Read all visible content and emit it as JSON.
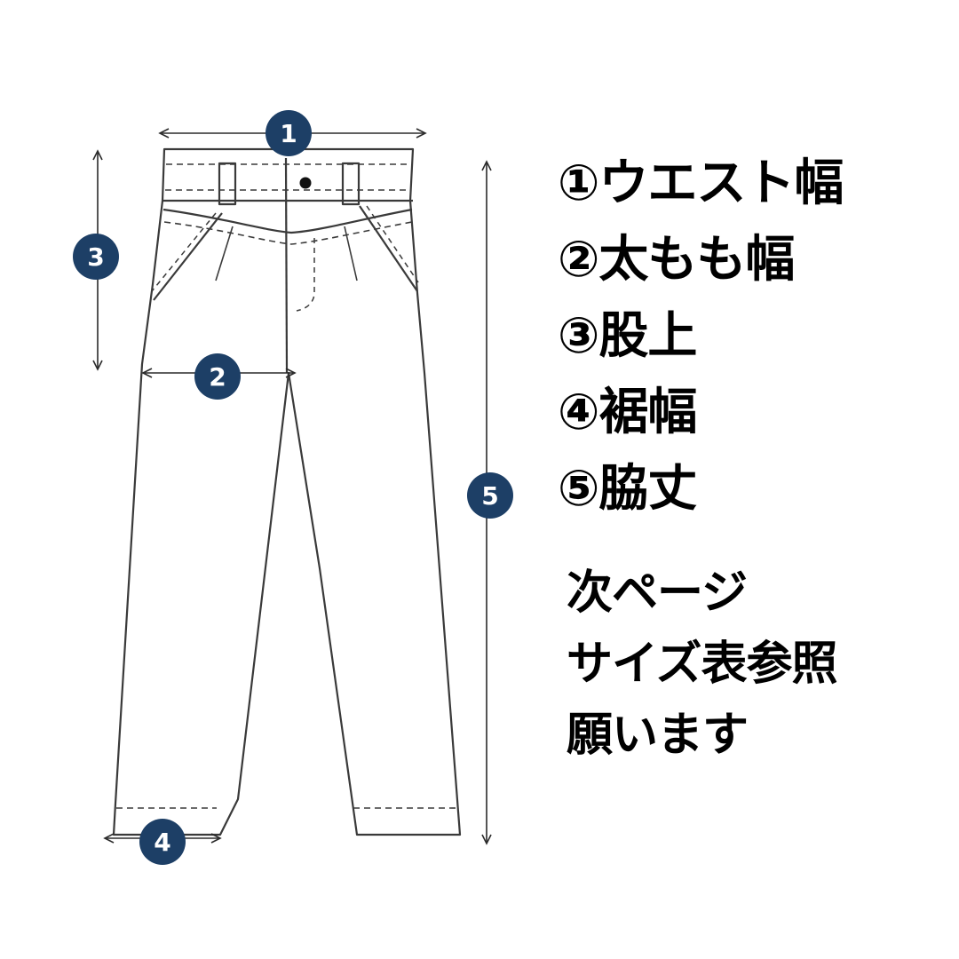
{
  "accent_color": "#1d3f66",
  "markers": [
    {
      "id": "1",
      "label": "1"
    },
    {
      "id": "2",
      "label": "2"
    },
    {
      "id": "3",
      "label": "3"
    },
    {
      "id": "4",
      "label": "4"
    },
    {
      "id": "5",
      "label": "5"
    }
  ],
  "legend": {
    "items": [
      {
        "label": "①ウエスト幅"
      },
      {
        "label": "②太もも幅"
      },
      {
        "label": "③股上"
      },
      {
        "label": "④裾幅"
      },
      {
        "label": "⑤脇丈"
      }
    ]
  },
  "note": {
    "lines": [
      "次ページ",
      "サイズ表参照",
      "願います"
    ]
  }
}
